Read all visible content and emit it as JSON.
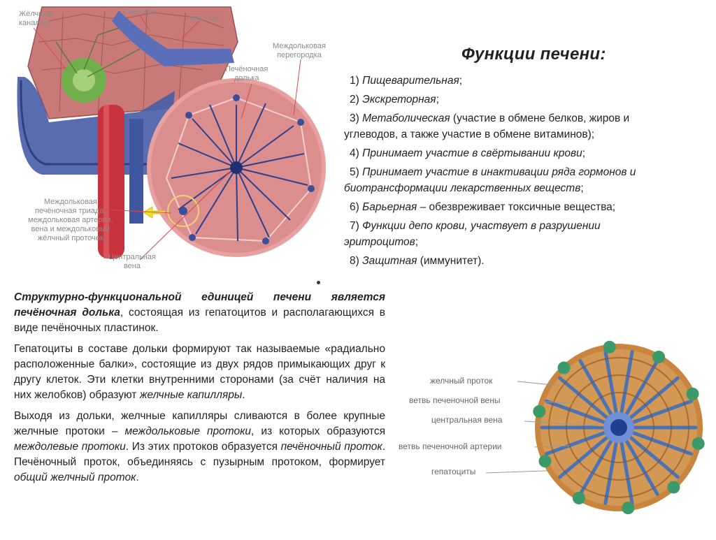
{
  "diagram_top": {
    "labels": {
      "bile_canaliculus": [
        "Жёлчный",
        "каналец"
      ],
      "sinusoid": [
        "Синусоид"
      ],
      "hepatocyte": [
        "Гепатоцит"
      ],
      "interlobular_septum": [
        "Междольковая",
        "перегородка"
      ],
      "hepatic_lobule": [
        "Печёночная",
        "долька"
      ],
      "portal_triad": [
        "Междольковая",
        "печёночная триада:",
        "междольковая артерия,",
        "вена и междольковый",
        "жёлчный проточек"
      ],
      "central_vein": [
        "Центральная",
        "вена"
      ]
    },
    "colors": {
      "blue_vessel": "#4a5fa8",
      "red_vessel": "#c8323c",
      "tissue": "#c97a78",
      "green": "#6fb04a",
      "arrow": "#f2e030"
    }
  },
  "functions": {
    "title": "Функции печени:",
    "items": [
      {
        "num": "1)",
        "term": "Пищеварительная",
        "rest": ";"
      },
      {
        "num": "2)",
        "term": "Экскреторная",
        "rest": ";"
      },
      {
        "num": "3)",
        "term": "Метаболическая",
        "rest": " (участие в обмене белков, жиров и",
        "line2": "углеводов, а также участие в обмене витаминов);"
      },
      {
        "num": "4)",
        "term": "Принимает участие в свёртывании крови",
        "rest": ";"
      },
      {
        "num": "5)",
        "term": "Принимает участие в инактивации ряда гормонов и",
        "rest": "",
        "line2_italic": "биотрансформации лекарственных веществ",
        "line2": ";"
      },
      {
        "num": "6)",
        "term": "Барьерная",
        "rest": " – обезвреживает токсичные вещества;"
      },
      {
        "num": "7)",
        "term": "Функции депо крови, участвует в разрушении",
        "rest": "",
        "line2_italic": "эритроцитов",
        "line2": ";"
      },
      {
        "num": "8)",
        "term": "Защитная",
        "rest": " (иммунитет)."
      }
    ]
  },
  "text": {
    "p1_bi1": "Структурно-функциональной единицей печени является",
    "p1_bi2": "печёночная долька",
    "p1_rest": ", состоящая из гепатоцитов и располагающихся в виде печёночных пластинок.",
    "p2_a": "Гепатоциты в  составе дольки формируют так называемые «радиально расположенные балки», состоящие из двух рядов примыкающих друг к другу клеток. Эти клетки внутренними сторонами (за счёт наличия на них желобков) образуют ",
    "p2_it": "желчные капилляры",
    "p2_b": ".",
    "p3_a": "Выходя из дольки, желчные капилляры сливаются в более крупные желчные протоки – ",
    "p3_it1": "междольковые протоки",
    "p3_b": ", из которых образуются ",
    "p3_it2": "междолевые протоки",
    "p3_c": ". Из этих протоков образуется ",
    "p3_it3": "печёночный проток",
    "p3_d": ". Печёночный проток, объединяясь с пузырным протоком, формирует ",
    "p3_it4": "общий желчный проток",
    "p3_e": "."
  },
  "diagram_bottom": {
    "labels": {
      "bile_duct": "желчный проток",
      "hepatic_vein_branch": "ветвь печеночной вены",
      "central_vein": "центральная вена",
      "hepatic_artery_branch": "ветвь печеночной артерии",
      "hepatocytes": "гепатоциты"
    },
    "colors": {
      "cells": "#c9853e",
      "vessel": "#3a6fc0",
      "center": "#1f3f8f",
      "duct": "#3a9a6a"
    }
  }
}
